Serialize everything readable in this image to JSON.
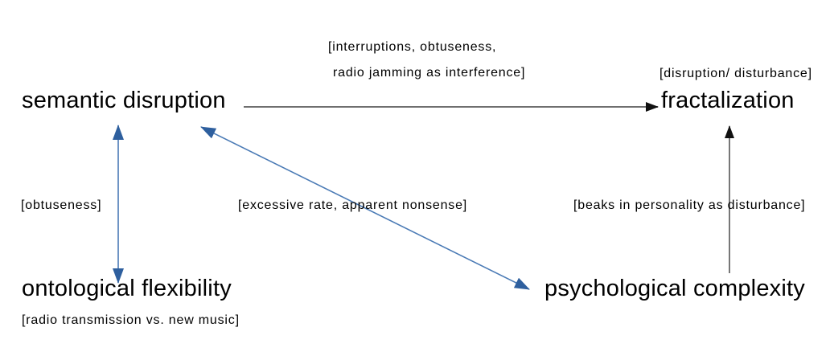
{
  "diagram": {
    "nodes": [
      {
        "id": "semantic-disruption",
        "label": "semantic disruption"
      },
      {
        "id": "fractalization",
        "label": "fractalization"
      },
      {
        "id": "ontological-flexibility",
        "label": "ontological flexibility"
      },
      {
        "id": "psychological-complexity",
        "label": "psychological complexity"
      }
    ],
    "edges": [
      {
        "from": "semantic-disruption",
        "to": "fractalization",
        "arrow": "one-way",
        "color": "gray-line-black-head",
        "label_lines": [
          "[interruptions, obtuseness,",
          "radio jamming as interference]"
        ]
      },
      {
        "from": "semantic-disruption",
        "to": "ontological-flexibility",
        "arrow": "two-way",
        "color": "blue",
        "label_lines": [
          "[obtuseness]"
        ]
      },
      {
        "from": "semantic-disruption",
        "to": "psychological-complexity",
        "arrow": "two-way",
        "color": "blue",
        "label_lines": [
          "[excessive rate, apparent nonsense]"
        ]
      },
      {
        "from": "psychological-complexity",
        "to": "fractalization",
        "arrow": "one-way",
        "color": "gray-line-black-head",
        "label_lines": [
          "[beaks in personality as disturbance]"
        ]
      }
    ],
    "extra_labels": [
      {
        "near": "fractalization",
        "text": "[disruption/ disturbance]"
      },
      {
        "near": "ontological-flexibility",
        "text": "[radio transmission vs. new music]"
      }
    ],
    "colors": {
      "background": "#ffffff",
      "text": "#000000",
      "arrow_blue_line": "#4a7ab5",
      "arrow_blue_head": "#2e5f9e",
      "arrow_gray_line": "#6f6f6f",
      "arrow_black_head": "#111111"
    }
  }
}
